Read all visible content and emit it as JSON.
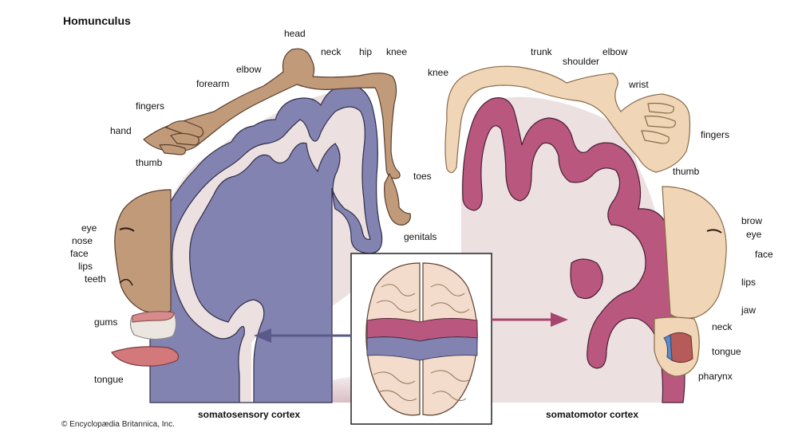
{
  "title": "Homunculus",
  "credit": "© Encyclopædia Britannica, Inc.",
  "colors": {
    "sensory": "#8283b0",
    "motor": "#b9577f",
    "sensory_figure": "#c19a7a",
    "motor_figure": "#f0d6b6",
    "cortex_fill": "#ece0e1"
  },
  "sensory": {
    "caption": "somatosensory cortex",
    "labels": {
      "head": "head",
      "neck": "neck",
      "hip": "hip",
      "knee": "knee",
      "elbow": "elbow",
      "forearm": "forearm",
      "fingers": "fingers",
      "hand": "hand",
      "thumb": "thumb",
      "toes": "toes",
      "genitals": "genitals",
      "eye": "eye",
      "nose": "nose",
      "face": "face",
      "lips": "lips",
      "teeth": "teeth",
      "gums": "gums",
      "tongue": "tongue"
    }
  },
  "motor": {
    "caption": "somatomotor cortex",
    "labels": {
      "knee": "knee",
      "trunk": "trunk",
      "shoulder": "shoulder",
      "elbow": "elbow",
      "wrist": "wrist",
      "fingers": "fingers",
      "thumb": "thumb",
      "brow": "brow",
      "eye": "eye",
      "face": "face",
      "lips": "lips",
      "jaw": "jaw",
      "neck": "neck",
      "tongue": "tongue",
      "pharynx": "pharynx"
    }
  }
}
